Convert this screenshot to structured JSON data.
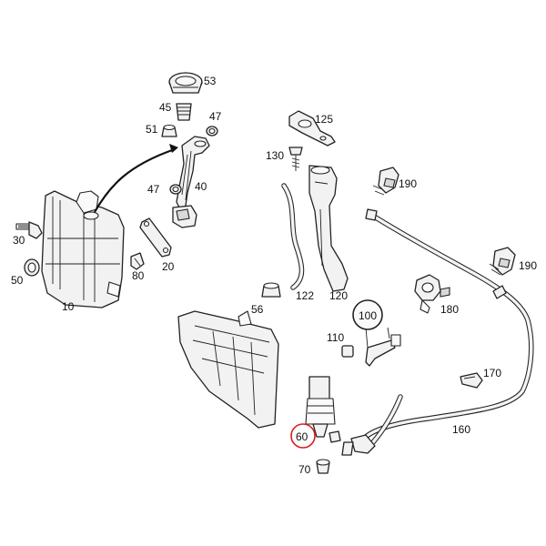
{
  "parts": {
    "p10": "10",
    "p20": "20",
    "p30": "30",
    "p40": "40",
    "p45": "45",
    "p47a": "47",
    "p47b": "47",
    "p50": "50",
    "p51": "51",
    "p53": "53",
    "p56": "56",
    "p60": "60",
    "p70": "70",
    "p80": "80",
    "p100": "100",
    "p110": "110",
    "p120": "120",
    "p122": "122",
    "p125": "125",
    "p130": "130",
    "p160": "160",
    "p170": "170",
    "p180": "180",
    "p190a": "190",
    "p190b": "190"
  },
  "highlight": {
    "part": "60",
    "color": "#d81e1e"
  }
}
